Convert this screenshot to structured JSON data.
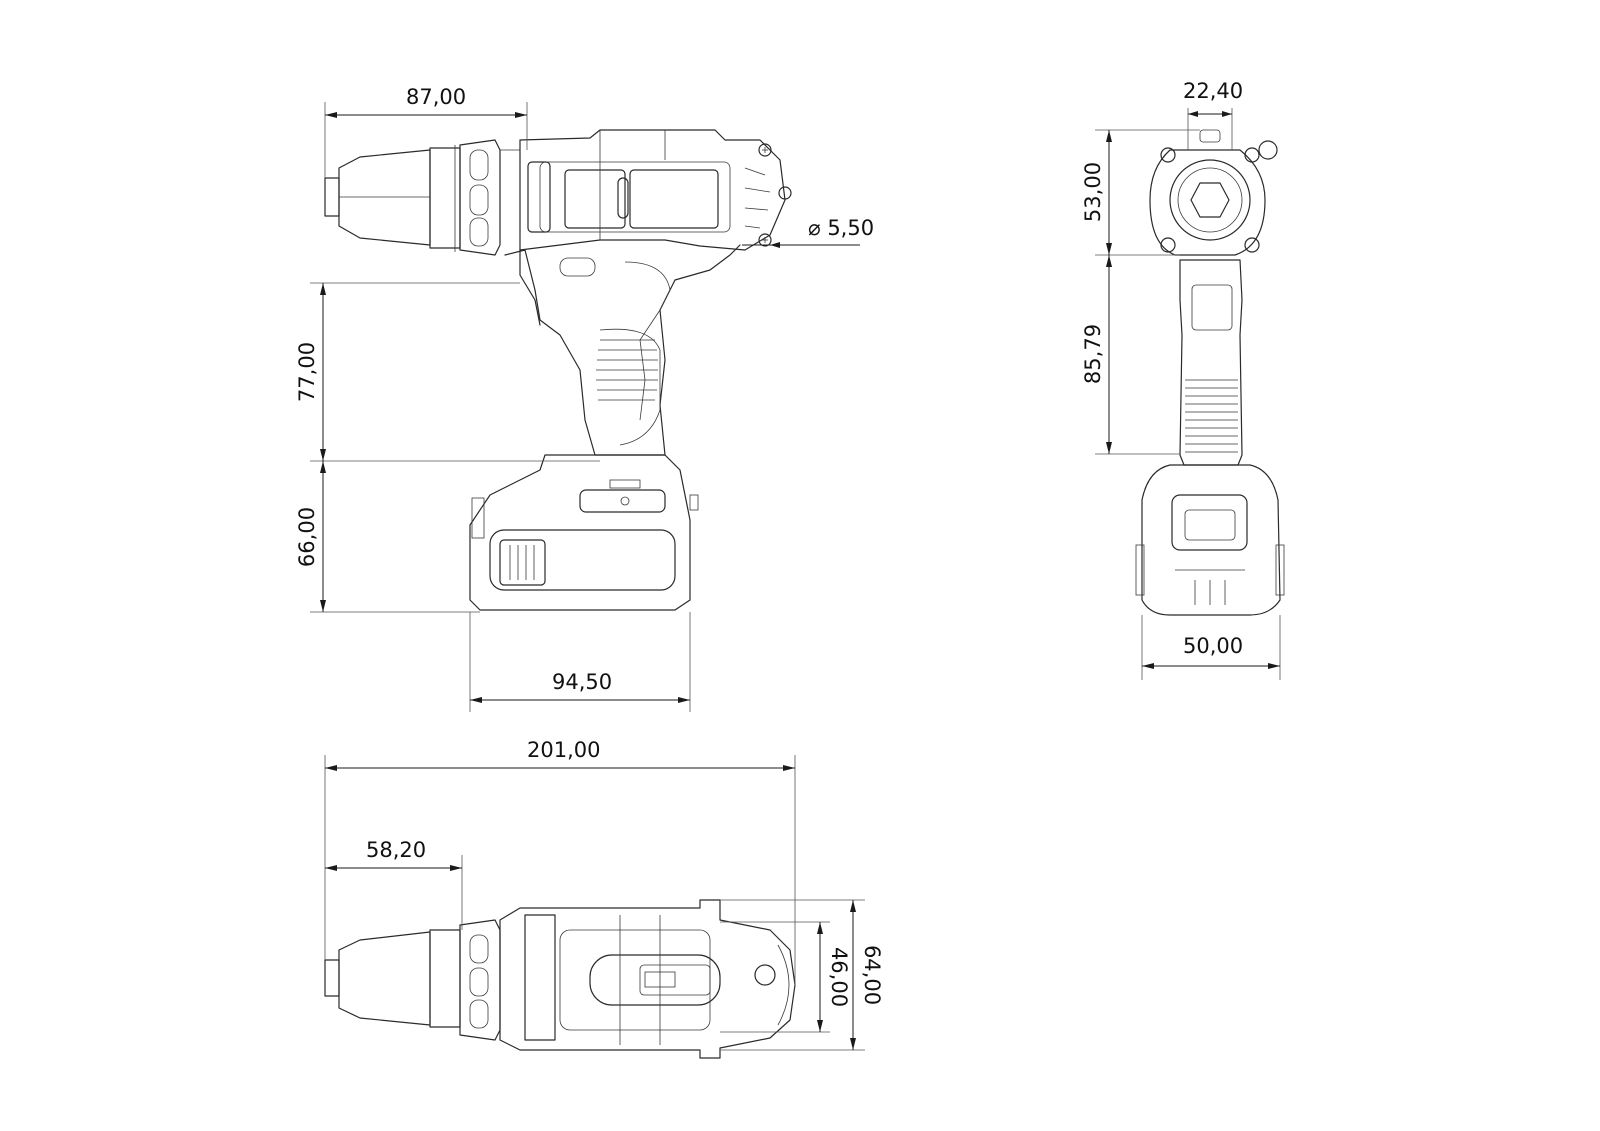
{
  "drawing": {
    "views": [
      "side-view",
      "front-view",
      "top-view"
    ]
  },
  "dimensions": {
    "chuck_length": "87,00",
    "screw_diameter": "⌀ 5,50",
    "handle_height": "77,00",
    "battery_height": "66,00",
    "battery_length": "94,50",
    "overall_length": "201,00",
    "nose_length": "58,20",
    "top_inner_width": "46,00",
    "top_outer_width": "64,00",
    "front_shaft_width": "22,40",
    "front_head_height": "53,00",
    "front_handle_height": "85,79",
    "front_battery_width": "50,00"
  },
  "colors": {
    "line": "#2a2a2a",
    "background": "#ffffff"
  }
}
